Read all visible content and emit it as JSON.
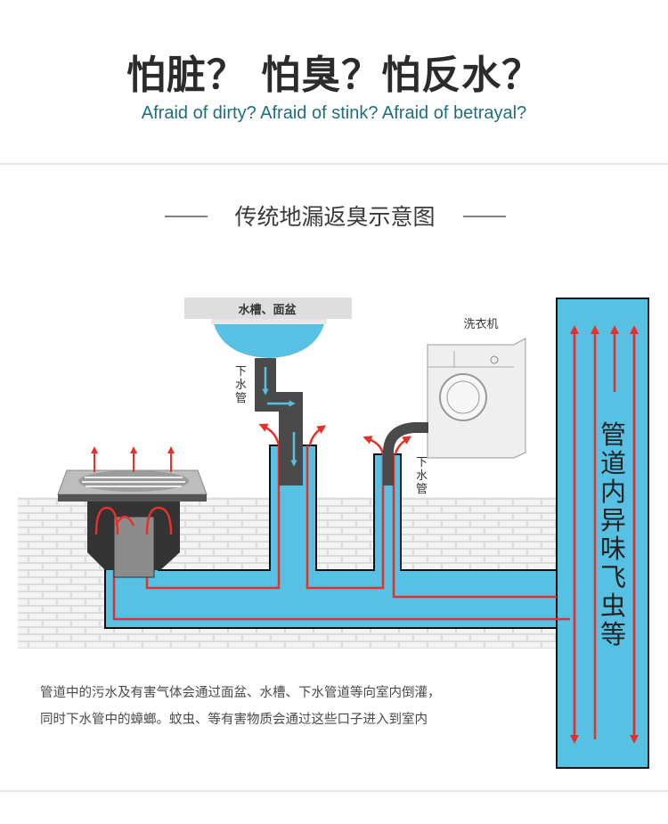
{
  "header": {
    "title": "怕脏？ 怕臭？怕反水？",
    "subtitle": "Afraid of dirty? Afraid of stink? Afraid of betrayal?"
  },
  "diagram": {
    "section_title": "传统地漏返臭示意图",
    "sink_label": "水槽、面盆",
    "washer_label": "洗衣机",
    "drain_pipe_label_1": "下水管",
    "drain_pipe_label_2": "下水管",
    "vertical_label": "管道内异味飞虫等",
    "colors": {
      "water": "#56c1e3",
      "arrow": "#e8302a",
      "pipe_dark": "#4a4a4a",
      "brick": "#d4d4d4"
    }
  },
  "description": {
    "line1": "管道中的污水及有害气体会通过面盆、水槽、下水管道等向室内倒灌，",
    "line2": "同时下水管中的蟑螂。蚊虫、等有害物质会通过这些口子进入到室内"
  }
}
